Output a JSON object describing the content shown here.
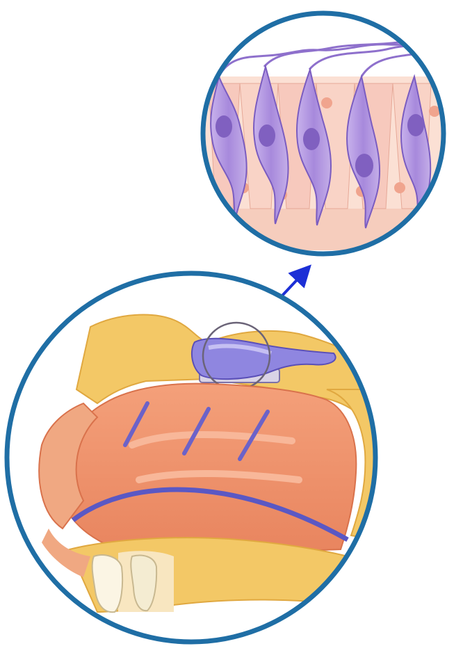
{
  "figure": {
    "subject": "olfactory-anatomy-illustration",
    "panels": [
      "nasal-cavity-cross-section",
      "olfactory-epithelium-magnified"
    ],
    "colors": {
      "ring": "#1f6ea5",
      "arrow": "#1c2fd6",
      "receptor_cell": "#9a7ed0",
      "receptor_nucleus": "#8060c0",
      "supporting_cell": "#f7c9bd",
      "nasal_tissue": "#ef9670",
      "bone": "#f3c866",
      "background": "#ffffff"
    }
  }
}
